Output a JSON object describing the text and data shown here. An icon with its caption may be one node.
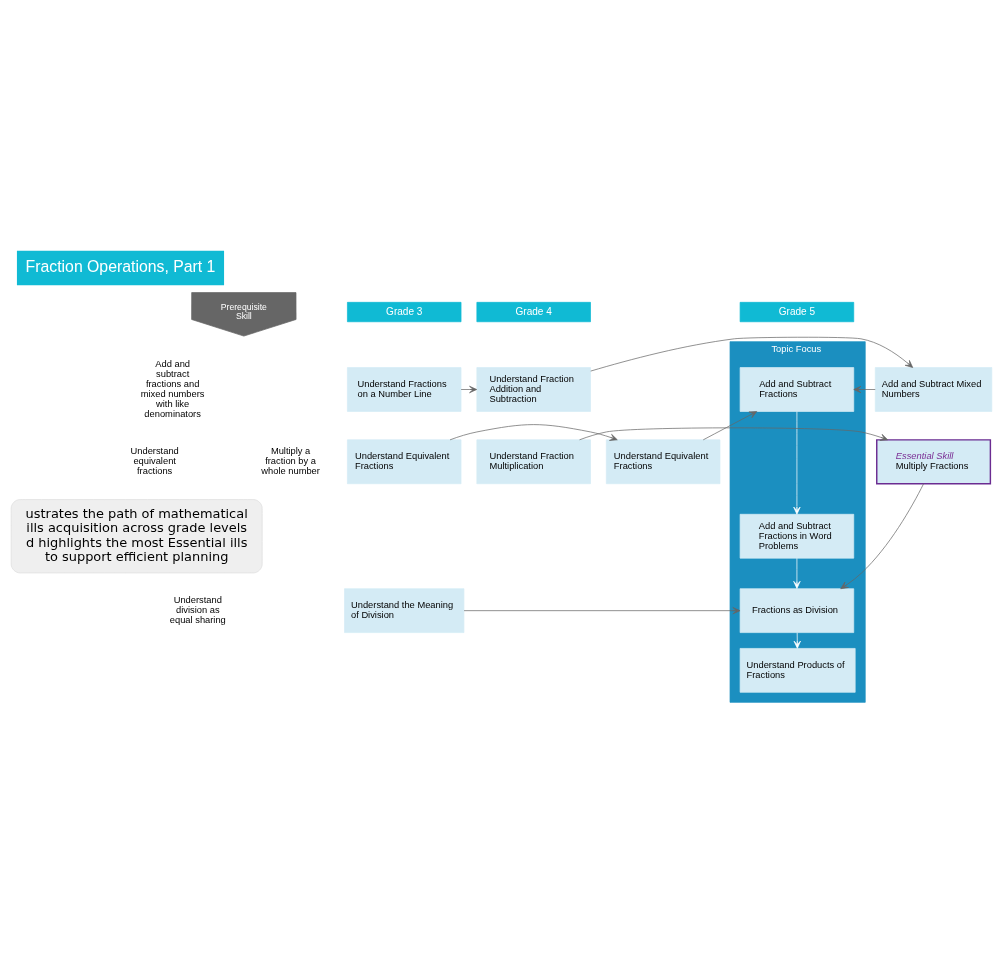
{
  "diagram": {
    "title": "Fraction Operations, Part 1",
    "nodes": [
      {
        "text": [
          "Understand Fractions on a Number Line"
        ]
      },
      {
        "text": [
          "Understand Fraction Addition and Subtraction"
        ]
      },
      {
        "text": [
          "Add and Subtract Mixed Numbers"
        ]
      },
      {
        "text": [
          "Topic Focus"
        ]
      },
      {
        "text": [
          "Add and Subtract Fractions"
        ],
        "in": 3
      },
      {
        "text": [
          "Understand Equivalent Fractions"
        ]
      },
      {
        "text": [
          "Understand Equivalent Fractions"
        ]
      },
      {
        "text": [
          "Add and Subtract Fractions in Word Problems"
        ],
        "in": 3
      },
      {
        "text": [
          "Understand the Meaning of Division"
        ]
      },
      {
        "text": [
          "Fractions as Division"
        ],
        "in": 3
      },
      {
        "text": [
          "Understand Fraction Multiplication"
        ]
      },
      {
        "text": [
          "Essential Skill",
          "Multiply Fractions"
        ]
      },
      {
        "text": [
          "Understand Products of Fractions"
        ],
        "in": 3
      }
    ],
    "edges": [
      {
        "from": 0,
        "to": 1,
        "arrow": "to"
      },
      {
        "from": 1,
        "to": 2,
        "arrow": "to"
      },
      {
        "from": 2,
        "to": 4,
        "arrow": "to"
      },
      {
        "from": 5,
        "to": 6,
        "arrow": "to"
      },
      {
        "from": 6,
        "to": 4,
        "arrow": "to"
      },
      {
        "from": 4,
        "to": 7,
        "arrow": "to",
        "color": "#ffffff"
      },
      {
        "from": 7,
        "to": 9,
        "arrow": "to",
        "color": "#ffffff"
      },
      {
        "from": 8,
        "to": 9,
        "arrow": "to"
      },
      {
        "from": 10,
        "to": 11,
        "arrow": "to"
      },
      {
        "from": 11,
        "to": 9,
        "arrow": "to"
      },
      {
        "from": 9,
        "to": 12,
        "arrow": "to",
        "color": "#ffffff"
      }
    ],
    "labels": [
      "Prerequisite Skill",
      "Grade 3",
      "Grade 4",
      "Grade 5",
      "Add and subtract fractions and mixed numbers with like denominators",
      "Understand equivalent fractions",
      "ustrates the path of mathematical ills acquisition across grade levels d highlights the most Essential ills to support efficient planning",
      "Understand division as equal sharing",
      "Multiply a fraction by a whole number"
    ]
  }
}
